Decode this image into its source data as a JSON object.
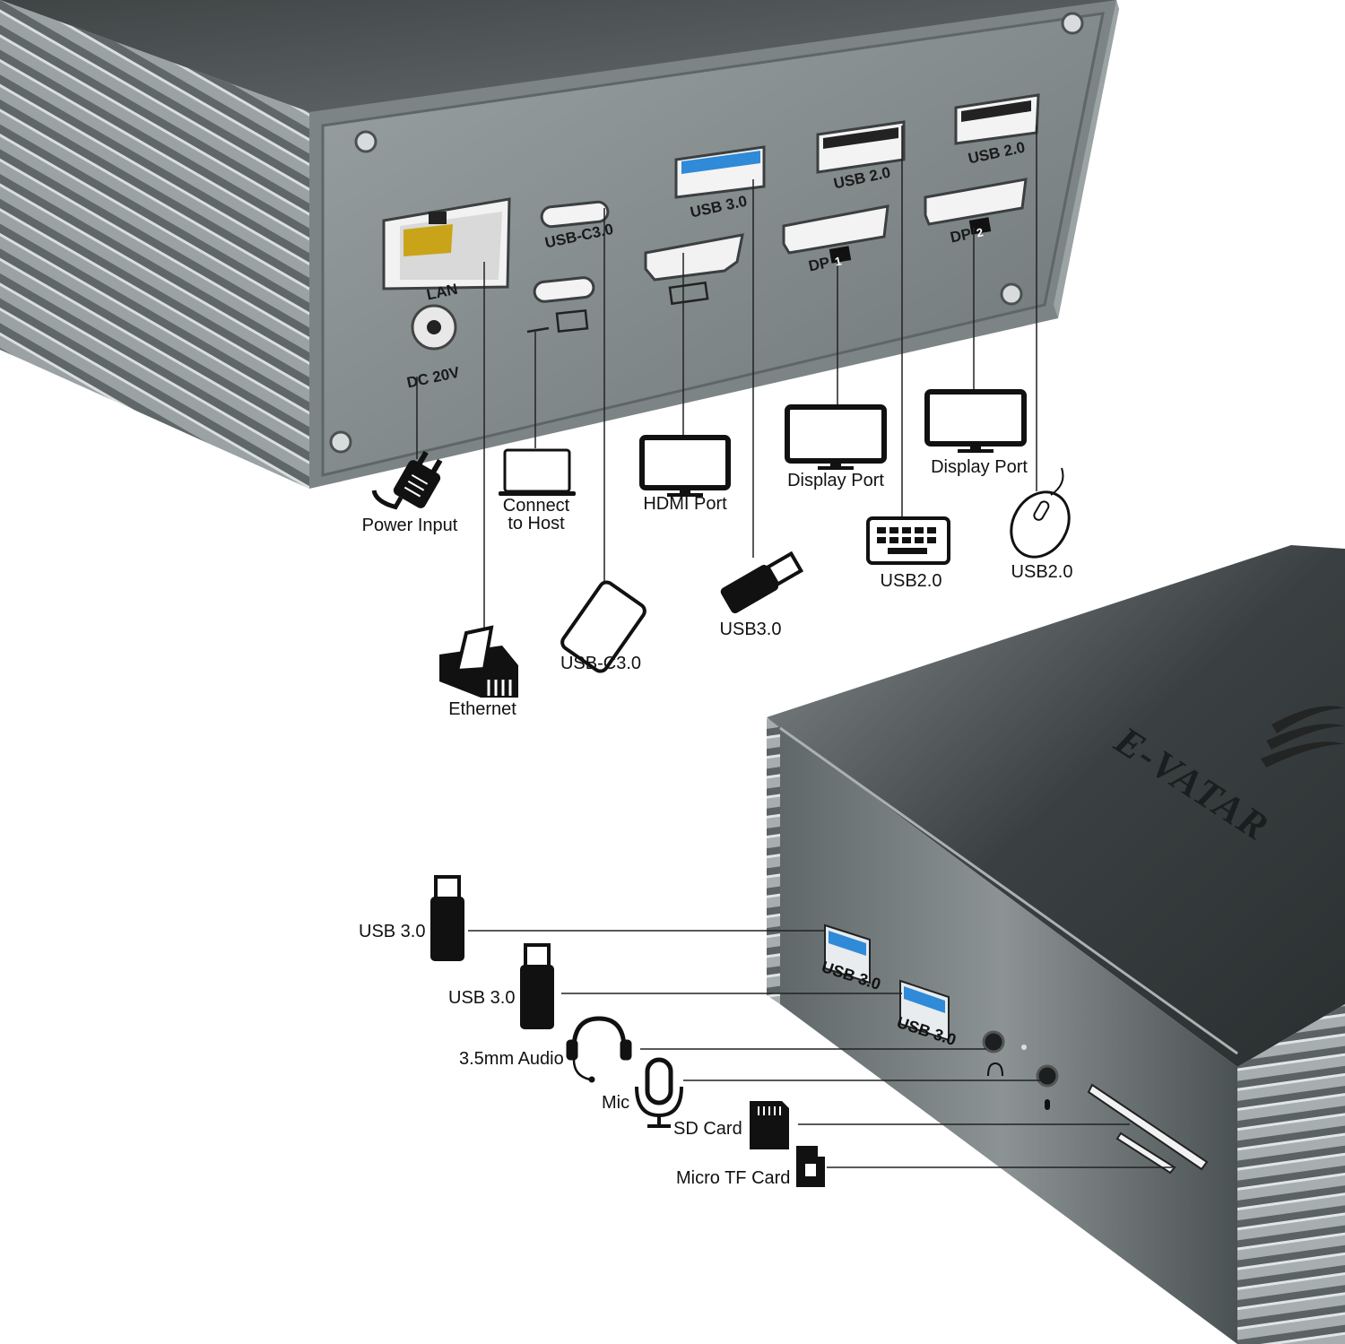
{
  "rear": {
    "ports": {
      "lan": "LAN",
      "dc": "DC 20V",
      "usbc_top": "USB-C3.0",
      "usb30": "USB 3.0",
      "usb20_a": "USB 2.0",
      "usb20_b": "USB 2.0",
      "dp1": "DP",
      "dp1_num": "1",
      "dp2": "DP",
      "dp2_num": "2"
    },
    "devices": {
      "power": "Power Input",
      "host_line1": "Connect",
      "host_line2": "to Host",
      "hdmi": "HDMI Port",
      "dp1": "Display Port",
      "dp2": "Display Port",
      "keyboard": "USB2.0",
      "mouse": "USB2.0",
      "usb3": "USB3.0",
      "phone": "USB-C3.0",
      "ethernet": "Ethernet"
    }
  },
  "front": {
    "brand": "E-VATAR",
    "ports": {
      "usb_a": "USB 3.0",
      "usb_b": "USB 3.0"
    },
    "devices": {
      "usb_a": "USB 3.0",
      "usb_b": "USB 3.0",
      "audio": "3.5mm Audio",
      "mic": "Mic",
      "sd": "SD Card",
      "tf": "Micro TF Card"
    }
  },
  "icons": [
    "plug-icon",
    "laptop-icon",
    "monitor-icon",
    "keyboard-icon",
    "mouse-icon",
    "usb-stick-icon",
    "phone-icon",
    "ethernet-jack-icon",
    "headset-icon",
    "microphone-icon",
    "sd-card-icon",
    "micro-sd-icon"
  ],
  "colors": {
    "chassis": "#7f8788",
    "chassis_dark": "#3b4142",
    "usb3_blue": "#2f8ad8",
    "ink": "#111111"
  }
}
